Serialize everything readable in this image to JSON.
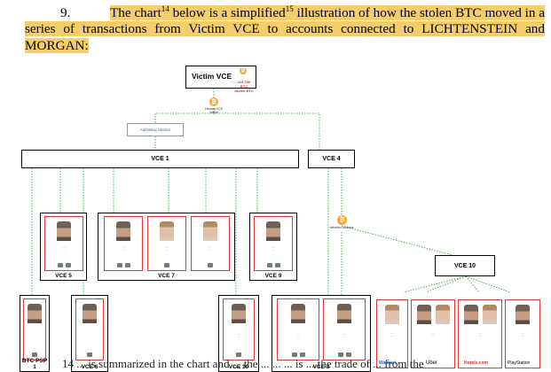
{
  "paragraph": {
    "number": "9.",
    "text_a": "The chart",
    "footnote_a": "14",
    "text_b": " below is a simplified",
    "footnote_b": "15",
    "text_c": " illustration of how the stolen BTC moved in a series of transactions from Victim VCE to accounts connected to LICHTENSTEIN and MORGAN:",
    "highlight_color": "#f5cd6b"
  },
  "trailing_text": "14 ... is summarized in the chart and ... the ... ... ... is ... the trade of ... from the",
  "chart": {
    "victim": {
      "label": "Victim VCE",
      "amount": "119,756 BTC",
      "amount_sub": "Stolen BTC"
    },
    "hub_top": {
      "label": "Hacked VCE Wallet",
      "amount": ""
    },
    "market": "AlphaBay Market",
    "wide_boxes": [
      "VCE 1",
      "VCE 4"
    ],
    "hub_right": {
      "label": "Identifier Address"
    },
    "clusters": [
      {
        "id": "vce5",
        "label": "VCE 5"
      },
      {
        "id": "vce7",
        "label": "VCE 7"
      },
      {
        "id": "vce9",
        "label": "VCE 9"
      },
      {
        "id": "vce10a",
        "label": "VCE 10"
      },
      {
        "id": "btcpsp",
        "label": "BTC PSP 1"
      },
      {
        "id": "vce6",
        "label": "VCE 6"
      },
      {
        "id": "vce10b",
        "label": "VCE 10"
      },
      {
        "id": "vce8",
        "label": "VCE 8"
      }
    ],
    "brands": {
      "walmart": "Walmart",
      "uber": "Uber",
      "hotels": "Hotels.com",
      "playstation": "PlayStation"
    },
    "colors": {
      "card_border": "#e03a3a",
      "dotted_line": "#4caf50",
      "bitcoin": "#f2a93b"
    }
  }
}
